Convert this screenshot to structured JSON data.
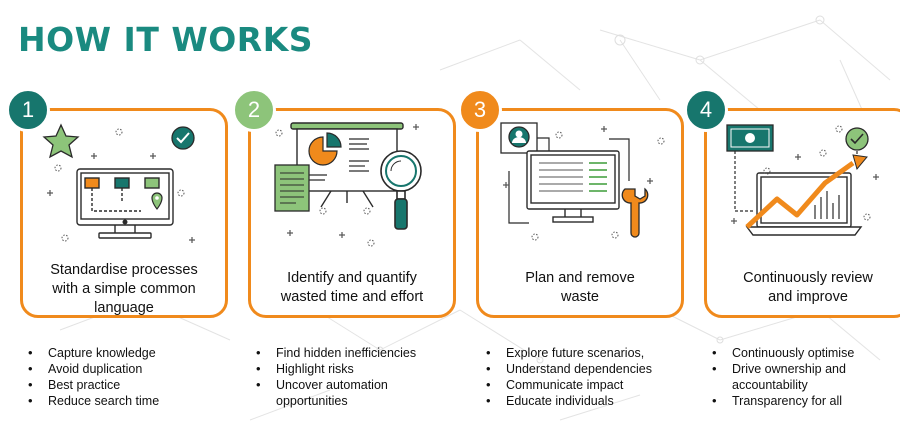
{
  "title": "HOW IT WORKS",
  "colors": {
    "title": "#1a8a80",
    "border": "#f08a1c",
    "badge_1": "#17766d",
    "badge_2": "#8dc47a",
    "badge_3": "#f08a1c",
    "badge_4": "#17766d",
    "accent_teal": "#1a8a80",
    "accent_green": "#6db56a",
    "accent_orange": "#f08a1c"
  },
  "steps": [
    {
      "number": "1",
      "heading_lines": [
        "Standardise processes",
        "with a simple common",
        "language"
      ],
      "icons": [
        "star-icon",
        "check-circle-icon",
        "monitor-icon",
        "location-pin-icon"
      ],
      "bullets": [
        "Capture knowledge",
        "Avoid duplication",
        "Best practice",
        "Reduce search time"
      ]
    },
    {
      "number": "2",
      "heading_lines": [
        "Identify and quantify",
        "wasted time and effort"
      ],
      "icons": [
        "presentation-board-icon",
        "pie-chart-icon",
        "document-icon",
        "magnifier-icon"
      ],
      "bullets": [
        "Find hidden inefficiencies",
        "Highlight risks",
        "Uncover automation",
        "opportunities"
      ]
    },
    {
      "number": "3",
      "heading_lines": [
        "Plan and remove",
        "waste"
      ],
      "icons": [
        "user-profile-icon",
        "monitor-list-icon",
        "wrench-icon"
      ],
      "bullets": [
        "Explore future scenarios,",
        "Understand dependencies",
        "Communicate impact",
        "Educate individuals"
      ]
    },
    {
      "number": "4",
      "heading_lines": [
        "Continuously review",
        "and improve"
      ],
      "icons": [
        "banknote-icon",
        "check-circle-icon",
        "laptop-icon",
        "trend-arrow-icon"
      ],
      "bullets": [
        "Continuously optimise",
        "Drive ownership and",
        "accountability",
        "Transparency for all"
      ]
    }
  ]
}
